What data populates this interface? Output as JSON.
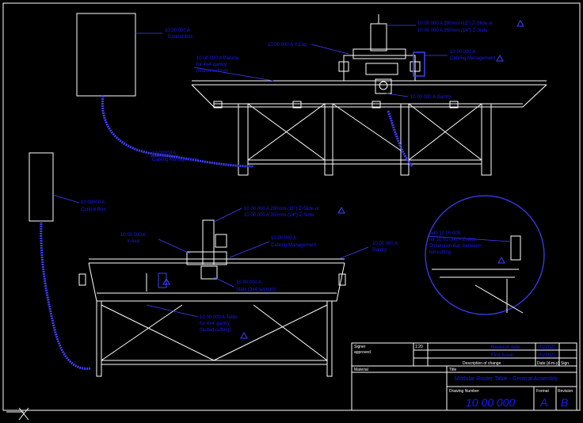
{
  "callouts": {
    "control_box_top": [
      "10 00 000 A",
      "Control Box"
    ],
    "y_cap": "10 00 000 A  Y-Cap",
    "z_axis": [
      "10 00 000 A  280mm (11\") Z-Slide  or",
      "10 00 000 A  350mm (14\") Z-Slide"
    ],
    "cable_mgmt_top": [
      "10 00 000 A",
      "Cabling Management"
    ],
    "plasma_top": [
      "10 00 000 A  Plasma",
      "for 4x4' gantry",
      "(tested cutting)"
    ],
    "bearing": "10 00 000 A  Gantry",
    "cable_mgmt_mid": [
      "10 00000 A",
      "Cabling Management"
    ],
    "control_box_left": [
      "10 00000 A",
      "Control Box"
    ],
    "z_axis_front": [
      "10 00 000 A  280mm (11\") Z-Slide  or",
      "10 00 000 A  350mm (14\") Z-Slide"
    ],
    "y_axis_front": [
      "10 00 000 A",
      "Y-Axis"
    ],
    "cable_mgmt_front": [
      "10 00 000 A",
      "Cabling Management"
    ],
    "gantry_front": [
      "10 00 000 A",
      "Gantry"
    ],
    "slat_holder": [
      "10 00 000 A",
      "Slats (3x4 section)"
    ],
    "table": [
      "10 00 000 A  Table",
      "for 4x4' gantry",
      "(tested cutting)"
    ],
    "detail": [
      "Add 10 00 000",
      "for 10 00 000 A Z-slide",
      "Dimension Bar, between",
      "full cutting"
    ]
  },
  "title_block": {
    "signer_label": "Signer",
    "approved_label": "approved",
    "scale": "1:20",
    "row1": "Revision date",
    "row1b": "01/2021",
    "row2": "First Issue",
    "row2b": "01/2021",
    "desc_label": "Description of change",
    "date_label": "Date (d-m-y)",
    "sign_label": "Sign.",
    "material_label": "Material",
    "title_label": "Title",
    "title": "Modular Router Table - General Assembly",
    "drawing_number_label": "Drawing Number",
    "drawing_number": "10 00 000",
    "format_label": "Format",
    "format": "A",
    "revision_label": "Revision",
    "revision": "B"
  }
}
